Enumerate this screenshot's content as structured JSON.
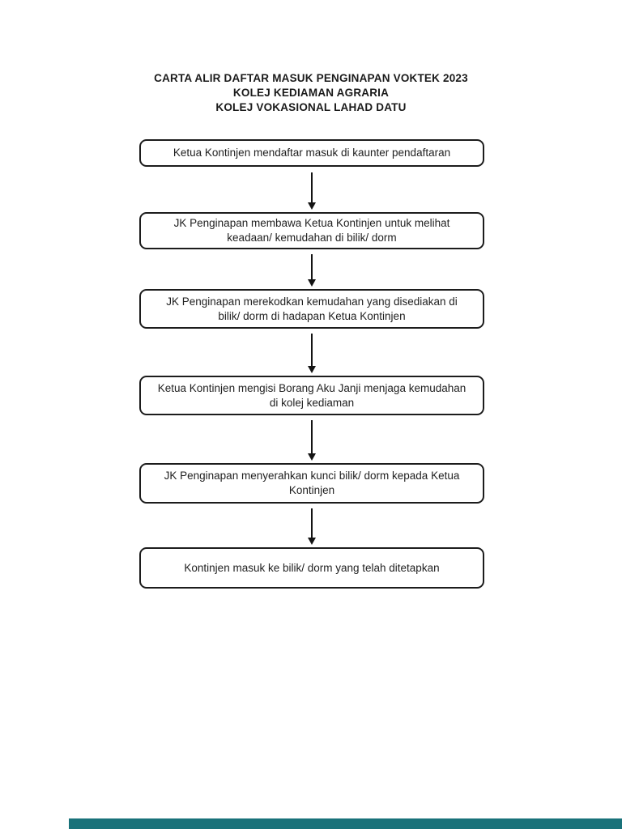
{
  "title": {
    "line1": "CARTA ALIR DAFTAR MASUK PENGINAPAN VOKTEK 2023",
    "line2": "KOLEJ KEDIAMAN AGRARIA",
    "line3": "KOLEJ VOKASIONAL LAHAD DATU"
  },
  "flowchart": {
    "type": "flowchart",
    "direction": "top-to-bottom",
    "connector": "down-arrow",
    "steps": [
      {
        "label": "Ketua Kontinjen mendaftar masuk di kaunter pendaftaran"
      },
      {
        "label": "JK Penginapan membawa Ketua Kontinjen untuk melihat keadaan/ kemudahan di bilik/ dorm"
      },
      {
        "label": "JK Penginapan merekodkan kemudahan yang disediakan di bilik/ dorm di hadapan Ketua Kontinjen"
      },
      {
        "label": "Ketua Kontinjen mengisi Borang Aku Janji menjaga kemudahan di kolej kediaman"
      },
      {
        "label": "JK Penginapan menyerahkan kunci bilik/ dorm kepada Ketua Kontinjen"
      },
      {
        "label": "Kontinjen masuk ke bilik/ dorm yang telah ditetapkan"
      }
    ]
  },
  "colors": {
    "box_border": "#1c1c1c",
    "text": "#1f1f1f",
    "arrow": "#141414",
    "bottom_bar": "#19727a"
  }
}
